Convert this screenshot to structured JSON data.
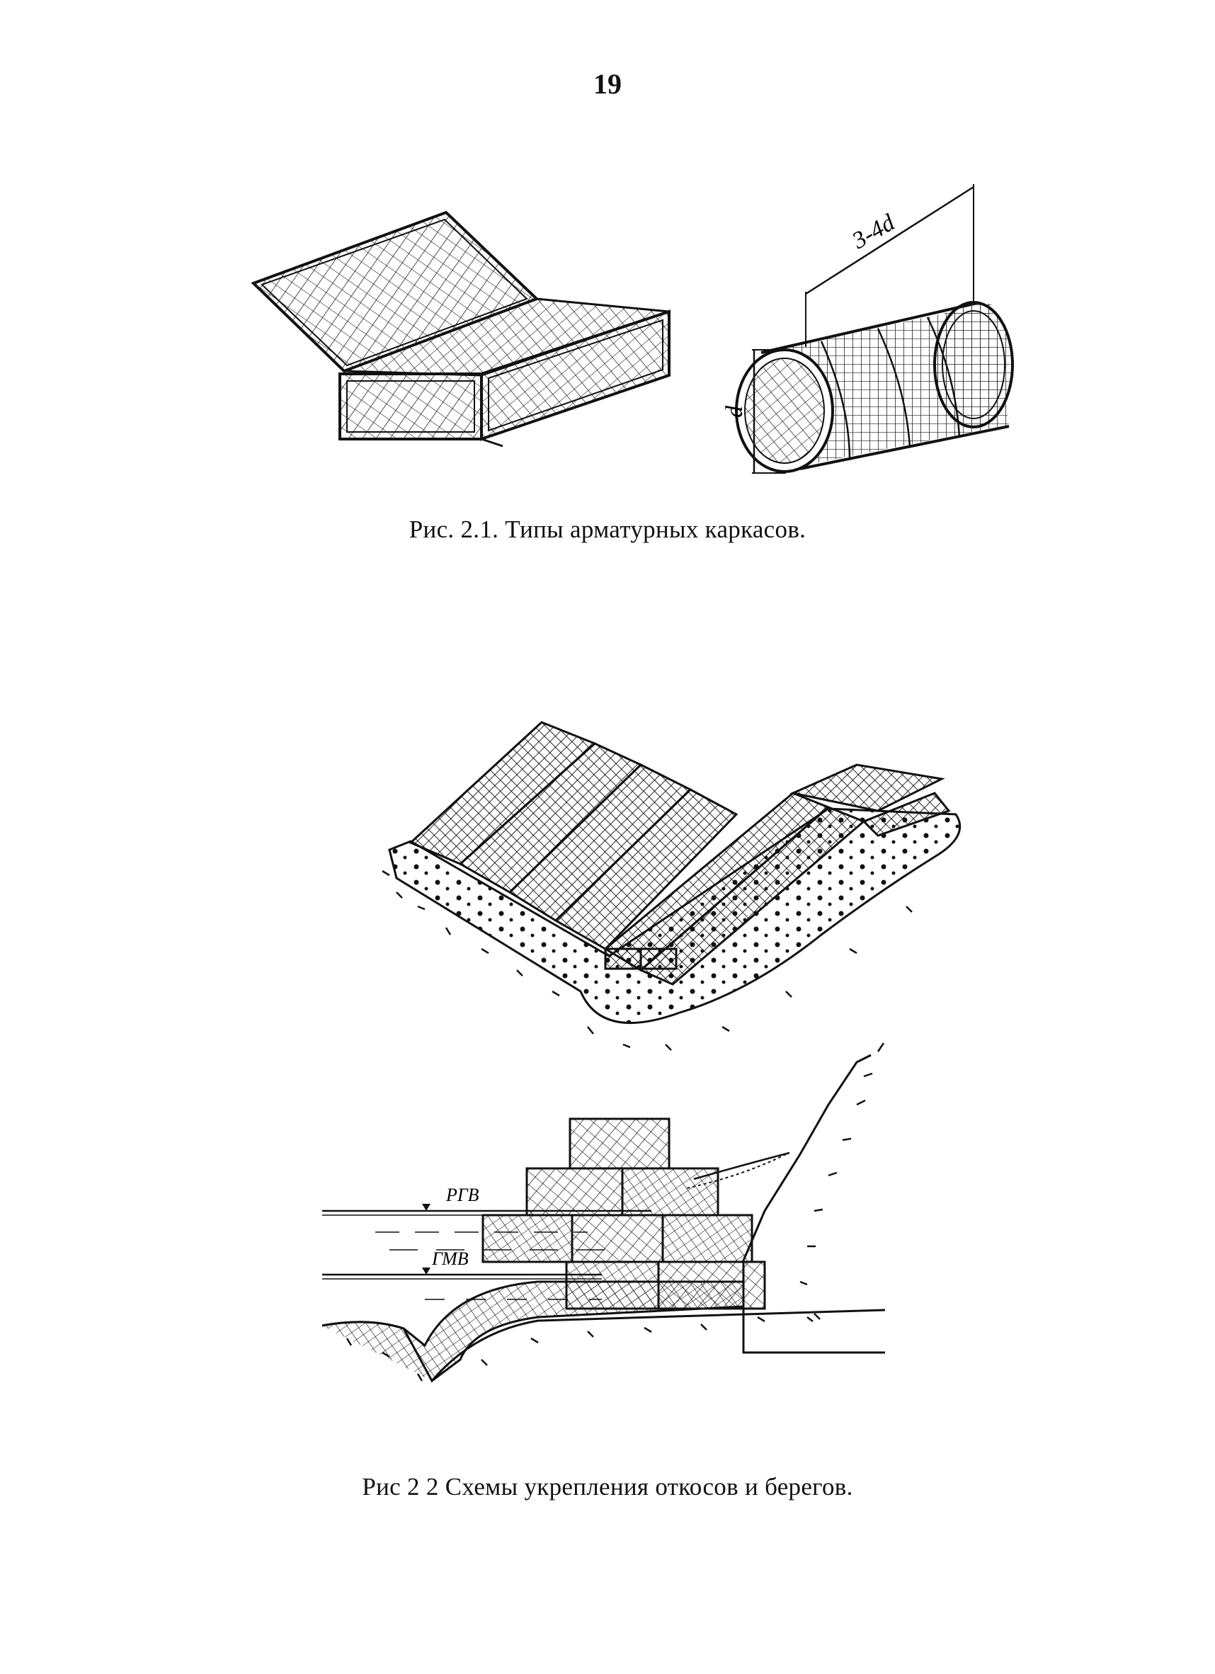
{
  "page": {
    "page_number": "19"
  },
  "figure_1": {
    "caption": "Рис. 2.1. Типы арматурных каркасов.",
    "dimension_length": "3-4d",
    "dimension_diameter": "d"
  },
  "figure_2": {
    "caption": "Рис  2 2  Схемы укрепления откосов и берегов.",
    "water_level_high": "РГВ",
    "water_level_low": "ГМВ"
  },
  "colors": {
    "ink": "#111111",
    "paper": "#ffffff"
  }
}
